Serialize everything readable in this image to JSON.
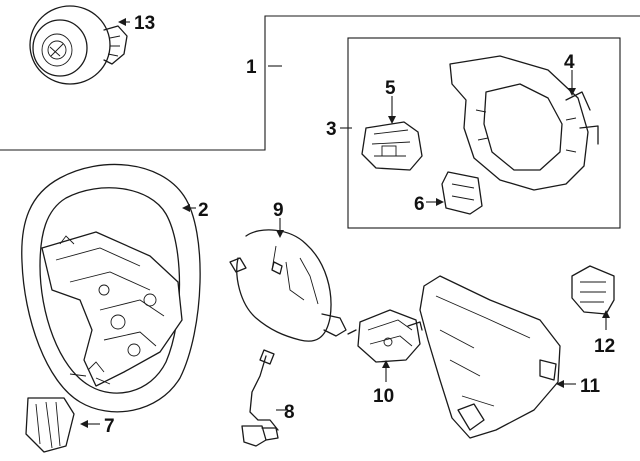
{
  "diagram": {
    "callouts": [
      {
        "id": "c1",
        "label": "1"
      },
      {
        "id": "c2",
        "label": "2"
      },
      {
        "id": "c3",
        "label": "3"
      },
      {
        "id": "c4",
        "label": "4"
      },
      {
        "id": "c5",
        "label": "5"
      },
      {
        "id": "c6",
        "label": "6"
      },
      {
        "id": "c7",
        "label": "7"
      },
      {
        "id": "c8",
        "label": "8"
      },
      {
        "id": "c9",
        "label": "9"
      },
      {
        "id": "c10",
        "label": "10"
      },
      {
        "id": "c11",
        "label": "11"
      },
      {
        "id": "c12",
        "label": "12"
      },
      {
        "id": "c13",
        "label": "13"
      }
    ],
    "colors": {
      "line": "#1a1a1a",
      "background": "#ffffff"
    }
  }
}
